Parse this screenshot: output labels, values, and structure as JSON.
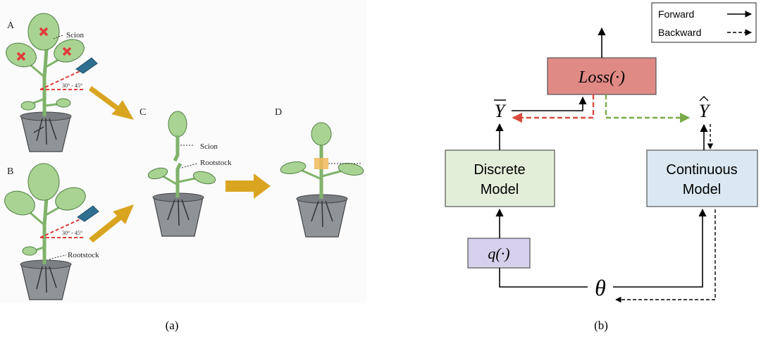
{
  "panel_a": {
    "caption": "(a)",
    "letters": {
      "a": "A",
      "b": "B",
      "c": "C",
      "d": "D"
    },
    "labels": {
      "scion_a": "Scion",
      "scion_c": "Scion",
      "rootstock_b": "Rootstock",
      "rootstock_c": "Rootstock",
      "angle_a": "30° - 45°",
      "angle_b": "30° - 45°"
    },
    "colors": {
      "arrow": "#d9a521",
      "cross": "#e23b3b",
      "knife": "#2f6f8f",
      "pot": "#8f9499",
      "leaf": "#9fcf8a"
    }
  },
  "panel_b": {
    "caption": "(b)",
    "legend": {
      "forward": "Forward",
      "backward": "Backward"
    },
    "boxes": {
      "loss": "Loss(·)",
      "discrete_line1": "Discrete",
      "discrete_line2": "Model",
      "continuous_line1": "Continuous",
      "continuous_line2": "Model",
      "q": "q(·)"
    },
    "symbols": {
      "y_bar": "Y",
      "y_hat": "Y",
      "theta": "θ"
    },
    "colors": {
      "loss_fill": "#e08a86",
      "discrete_fill": "#e3eed8",
      "continuous_fill": "#dbe8f1",
      "q_fill": "#d6d0ec",
      "red_dash": "#d94c3d",
      "green_dash": "#7aaa48"
    }
  }
}
